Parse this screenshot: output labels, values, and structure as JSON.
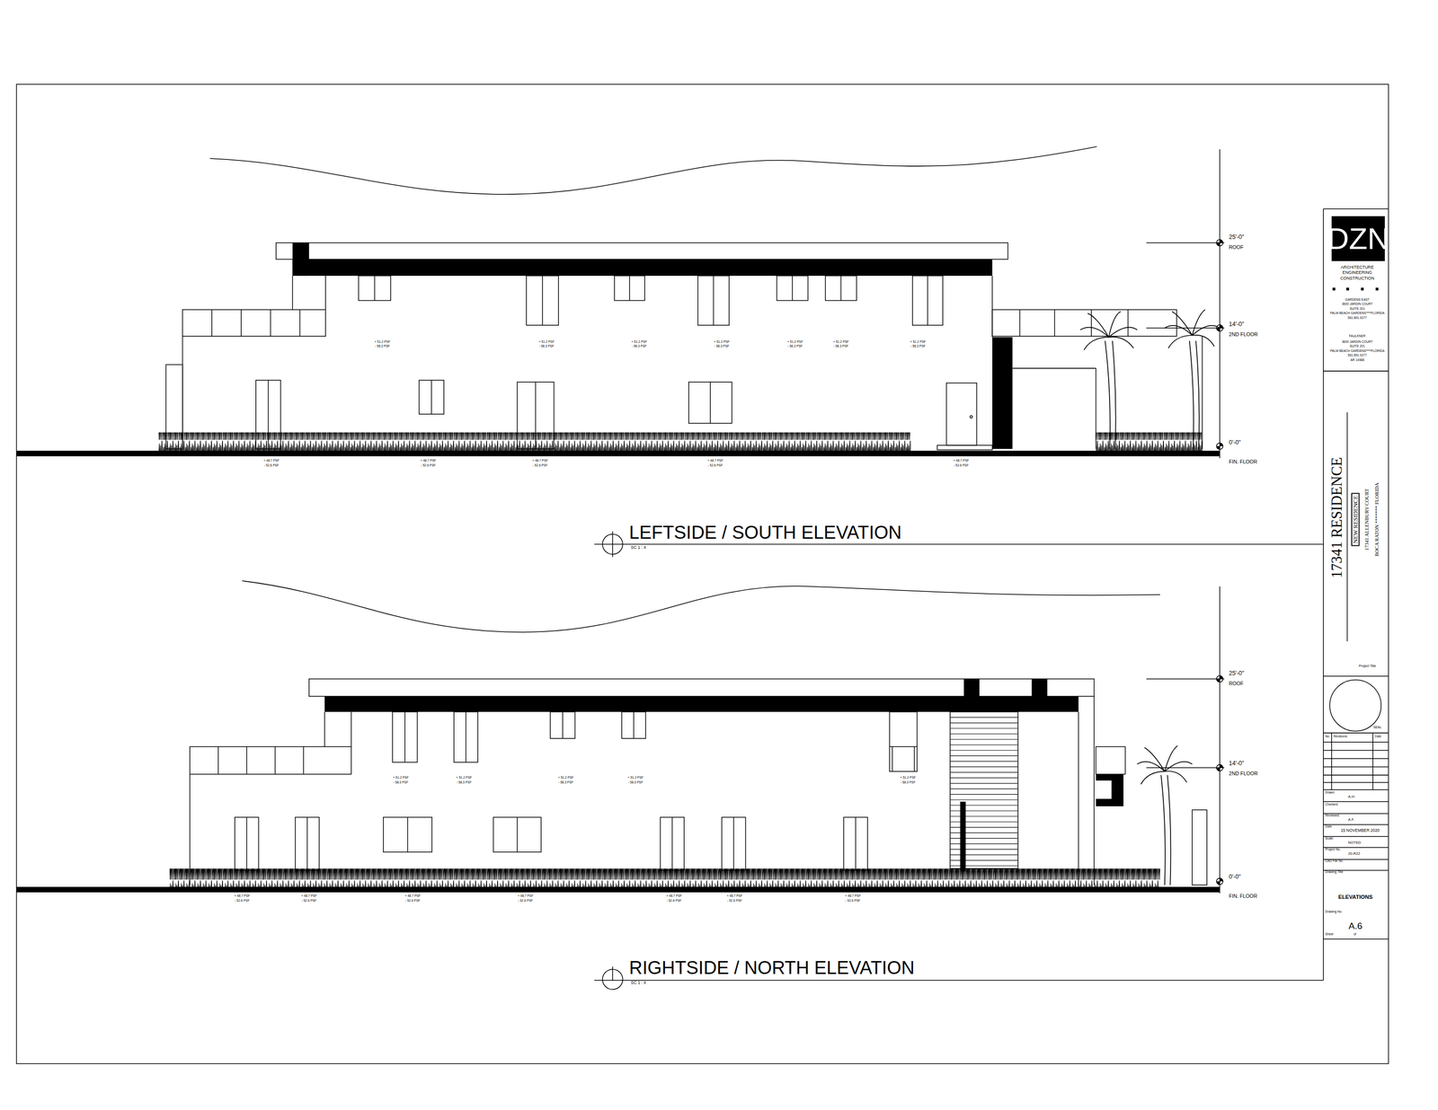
{
  "diagram": {
    "nodes": [
      {
        "text": [
          "DZN"
        ]
      }
    ],
    "labels": [
      "LEFTSIDE / SOUTH ELEVATION",
      "SC 1 : 4",
      "RIGHTSIDE / NORTH ELEVATION",
      "SC 1 : 4",
      "25'-0\"",
      "ROOF",
      "14'-0\"",
      "2ND FLOOR",
      "0'-0\"",
      "FIN. FLOOR",
      "25'-0\"",
      "ROOF",
      "14'-0\"",
      "2ND FLOOR",
      "0'-0\"",
      "FIN. FLOOR",
      "+ 51.2 PSF",
      "- 58.3 PSF",
      "+ 51.2 PSF",
      "- 58.3 PSF",
      "+ 51.2 PSF",
      "- 58.3 PSF",
      "+ 51.2 PSF",
      "- 58.3 PSF",
      "+ 51.2 PSF",
      "- 58.3 PSF",
      "+ 51.2 PSF",
      "- 58.3 PSF",
      "+ 51.2 PSF",
      "- 58.3 PSF",
      "+ 48.7 PSF",
      "- 52.6 PSF",
      "+ 48.7 PSF",
      "- 52.6 PSF",
      "+ 48.7 PSF",
      "- 52.6 PSF",
      "+ 48.7 PSF",
      "- 52.6 PSF",
      "+ 48.7 PSF",
      "- 52.6 PSF",
      "+ 51.2 PSF",
      "- 58.3 PSF",
      "+ 51.2 PSF",
      "- 58.3 PSF",
      "+ 51.2 PSF",
      "- 58.3 PSF",
      "+ 51.2 PSF",
      "- 58.3 PSF",
      "+ 51.2 PSF",
      "- 58.3 PSF",
      "+ 48.7 PSF",
      "- 52.6 PSF",
      "+ 48.7 PSF",
      "- 52.6 PSF",
      "+ 48.7 PSF",
      "- 52.6 PSF",
      "+ 48.7 PSF",
      "- 52.6 PSF",
      "+ 48.7 PSF",
      "- 52.6 PSF",
      "+ 48.7 PSF",
      "- 52.6 PSF",
      "+ 48.7 PSF",
      "- 52.6 PSF",
      "ARCHITECTURE",
      "ENGINEERING",
      "CONSTRUCTION",
      "GARDENS EAST",
      "3600 JARDIN COURT",
      "SUITE 201",
      "PALM BEACH GARDENS****FLORIDA",
      "561.891.9277",
      "FAULKNER",
      "3600 JARDIN COURT",
      "SUITE 201",
      "PALM BEACH GARDENS****FLORIDA",
      "561.891.9277",
      "AR 14988",
      "17341 RESIDENCE",
      "NEW RESIDENCE",
      "17341 ALLENBURY COURT",
      "BOCA RATON ******* FLORIDA",
      "Project Title",
      "SEAL",
      "No.",
      "Revisions:",
      "Date",
      "Drawn:",
      "A.H.",
      "Checked:",
      "Reviewed:",
      "A.F.",
      "Date",
      "15 NOVEMBER 2020",
      "Scale:",
      "NOTED",
      "Project No.",
      "20-R22",
      "CAD File No.",
      "Drawing Title",
      "ELEVATIONS",
      "Drawing No.",
      "A.6",
      "Sheet",
      "of"
    ]
  }
}
